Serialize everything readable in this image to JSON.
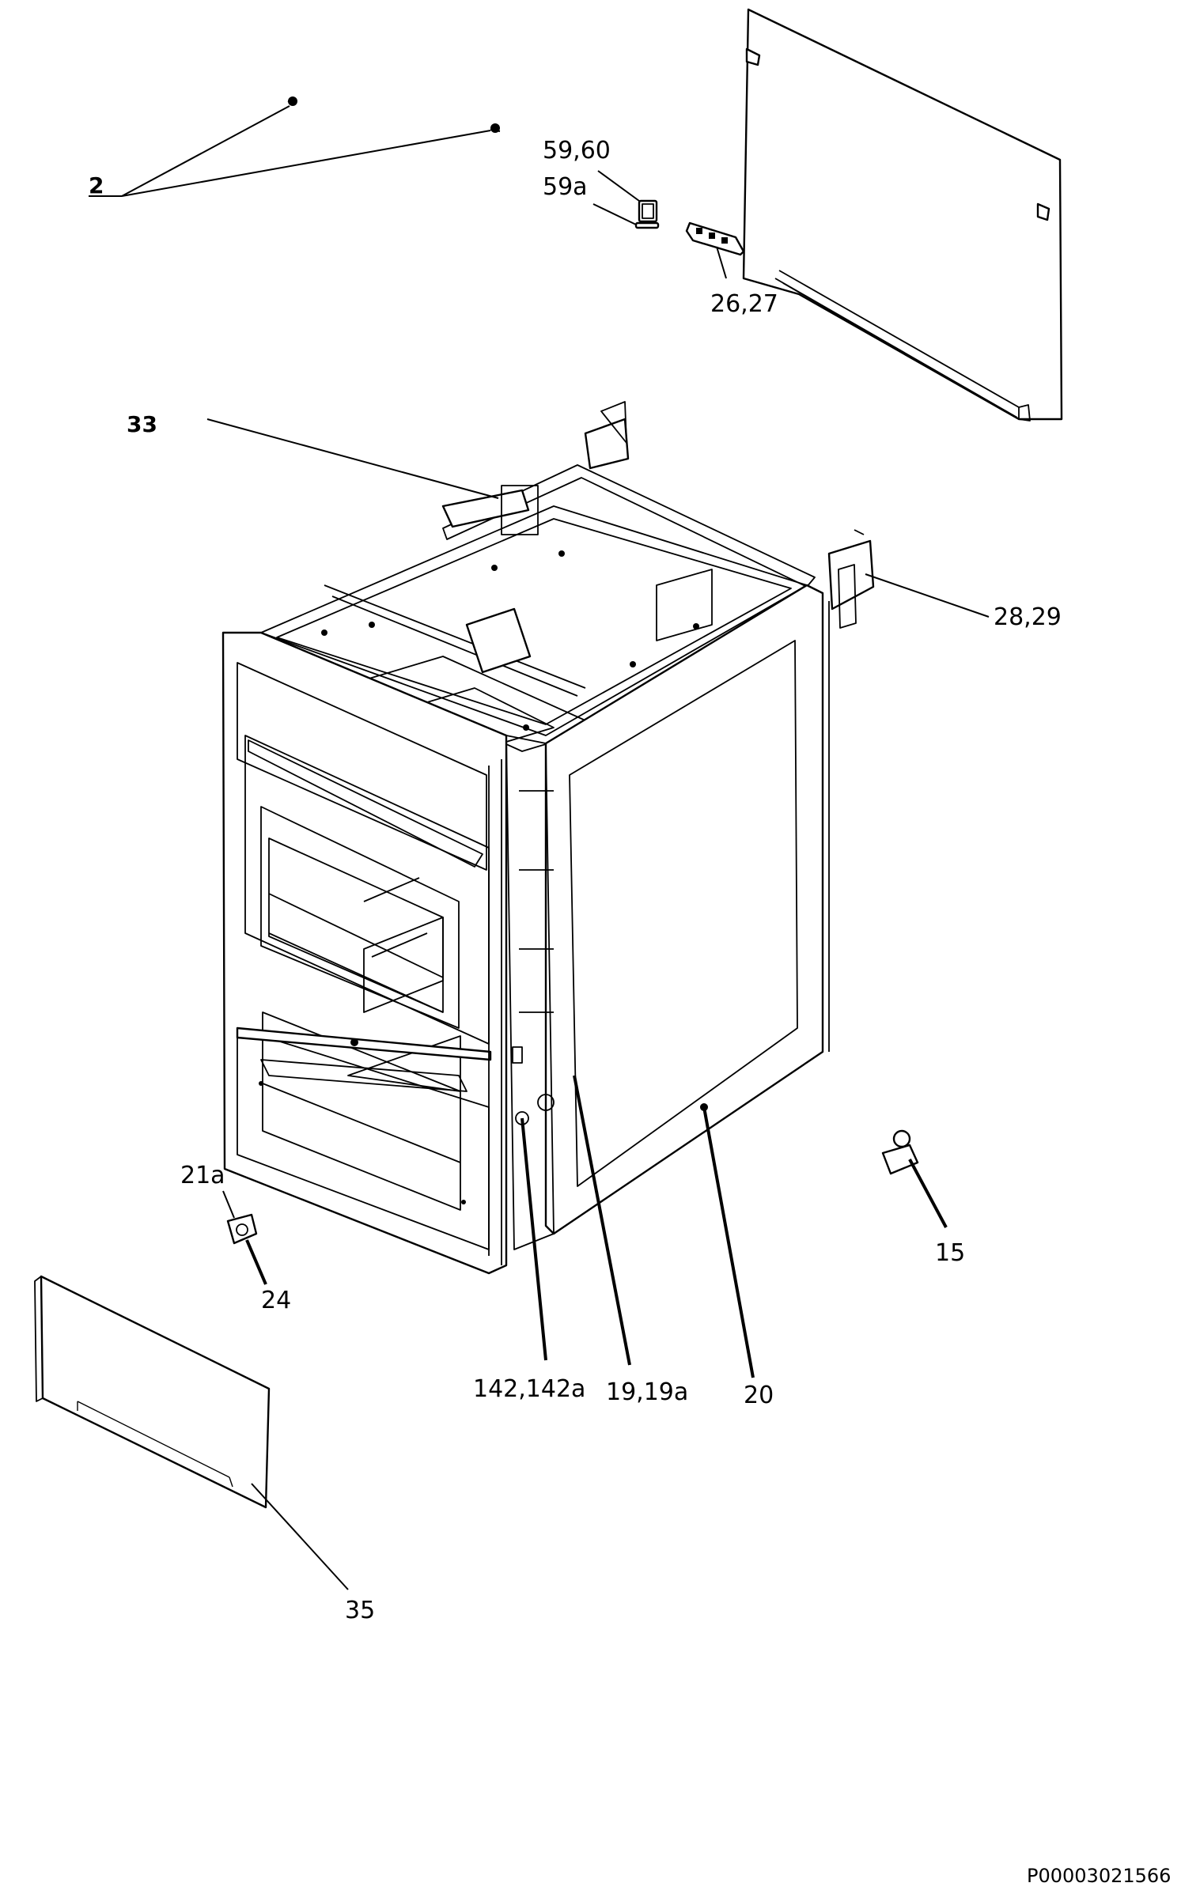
{
  "labels": {
    "l2": "2",
    "l59_60": "59,60",
    "l59a": "59a",
    "l26_27": "26,27",
    "l33": "33",
    "l28_29": "28,29",
    "l21a": "21a",
    "l24": "24",
    "l15": "15",
    "l142": "142,142a",
    "l19": "19,19a",
    "l20": "20",
    "l35": "35"
  },
  "drawing_code": "P00003021566"
}
